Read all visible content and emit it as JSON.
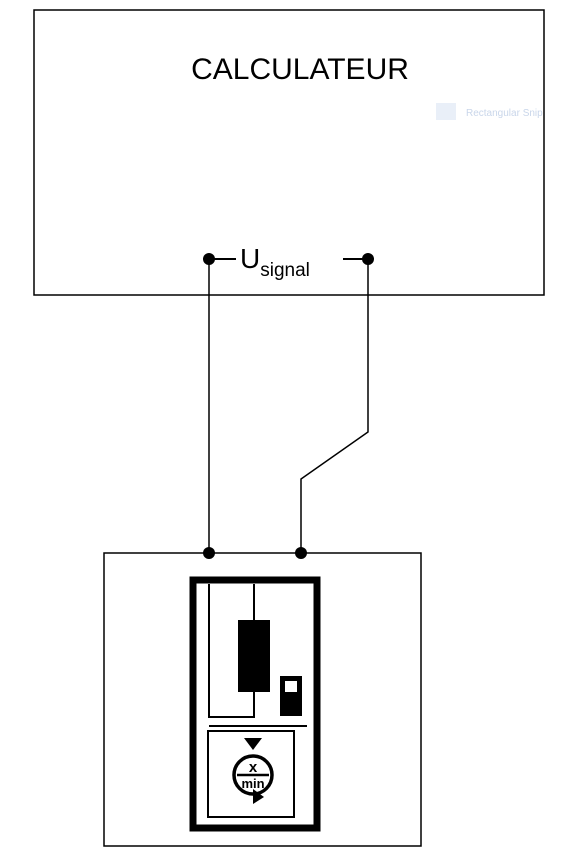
{
  "calculator": {
    "title": "CALCULATEUR"
  },
  "signal": {
    "symbol": "U",
    "subscript": "signal"
  },
  "sensor": {
    "scale_symbol": "x",
    "scale_unit": "min"
  },
  "watermark": {
    "text": "Rectangular Snip"
  },
  "colors": {
    "line": "#000000",
    "background": "#ffffff",
    "watermark": "#c9d6ea"
  }
}
